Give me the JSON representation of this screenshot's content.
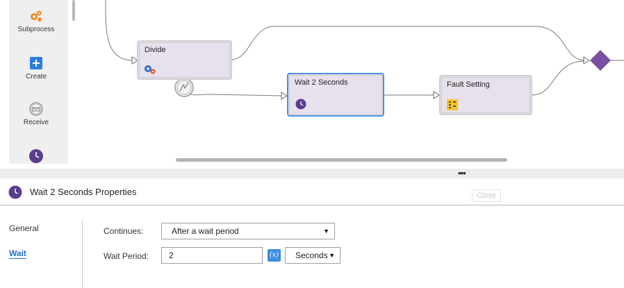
{
  "palette": {
    "items": [
      {
        "label": "Subprocess",
        "icon": "subprocess-icon"
      },
      {
        "label": "Create",
        "icon": "create-icon"
      },
      {
        "label": "Receive",
        "icon": "receive-icon"
      },
      {
        "label": "",
        "icon": "wait-clock-icon"
      }
    ]
  },
  "canvas": {
    "nodes": {
      "divide": {
        "title": "Divide",
        "icon": "gears-icon"
      },
      "wait": {
        "title": "Wait 2 Seconds",
        "icon": "clock-icon"
      },
      "fault": {
        "title": "Fault Setting",
        "icon": "fault-setting-icon"
      }
    },
    "colors": {
      "node_bg": "#e6e1ec",
      "selected_border": "#4a90d9",
      "gateway": "#7b4fa3"
    }
  },
  "splitter": {
    "handle": "•••"
  },
  "properties": {
    "title": "Wait 2 Seconds Properties",
    "close_label": "Close",
    "nav": {
      "general": "General",
      "wait": "Wait"
    },
    "continues_label": "Continues:",
    "continues_value": "After a wait period",
    "wait_period_label": "Wait Period:",
    "wait_period_value": "2",
    "fx_label": "(x)",
    "unit_value": "Seconds"
  }
}
